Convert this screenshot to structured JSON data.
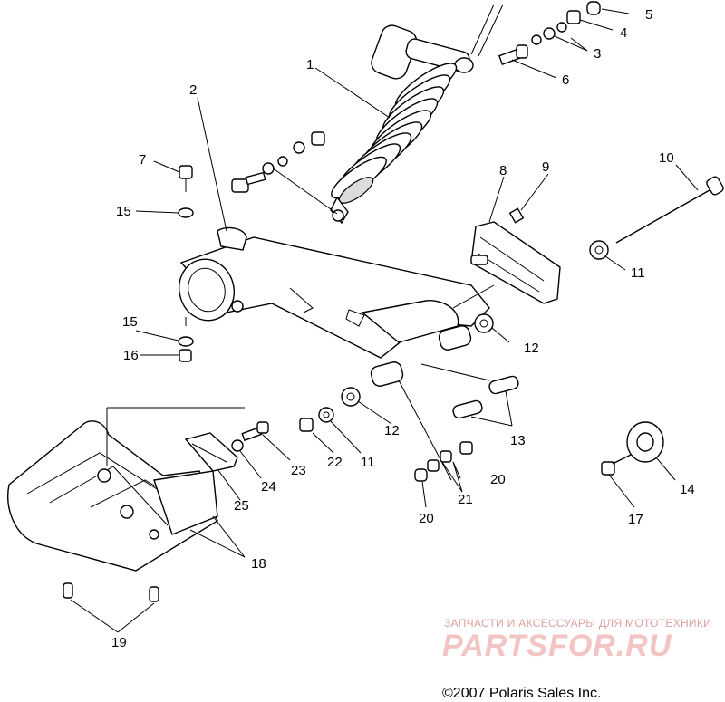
{
  "callouts": [
    "1",
    "2",
    "3",
    "4",
    "5",
    "6",
    "7",
    "8",
    "9",
    "10",
    "11",
    "11",
    "11",
    "12",
    "12",
    "12",
    "13",
    "14",
    "15",
    "15",
    "16",
    "17",
    "18",
    "19",
    "20",
    "20",
    "21",
    "22",
    "23",
    "24",
    "25"
  ],
  "watermark": {
    "top_line": "ЗАПЧАСТИ И АКСЕССУАРЫ ДЛЯ МОТОТЕХНИКИ",
    "brand": "PARTSFOR.RU"
  },
  "copyright": "©2007 Polaris Sales Inc."
}
